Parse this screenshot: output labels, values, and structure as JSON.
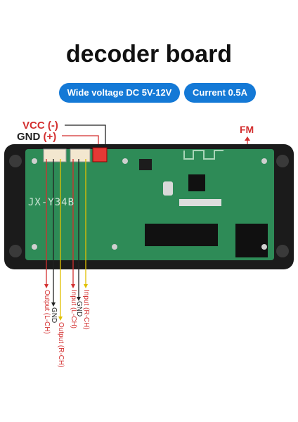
{
  "title": "decoder board",
  "badges": {
    "voltage": "Wide voltage DC 5V-12V",
    "current": "Current 0.5A"
  },
  "power": {
    "vcc_label": "VCC",
    "vcc_sign": "(-)",
    "gnd_label": "GND",
    "gnd_sign": "(+)"
  },
  "fm_label": "FM",
  "board_model": "JX-Y34B",
  "pins": [
    {
      "label": "Output (L-CH)",
      "color": "#d32f2f"
    },
    {
      "label": "GND",
      "color": "#222222"
    },
    {
      "label": "Output (R-CH)",
      "color": "#d32f2f"
    },
    {
      "label": "Input (L-CH)",
      "color": "#d32f2f"
    },
    {
      "label": "GND",
      "color": "#222222"
    },
    {
      "label": "Input (R-CH)",
      "color": "#d32f2f"
    }
  ],
  "colors": {
    "badge": "#1479d6",
    "board_green": "#2e8b57",
    "frame": "#1b1b1b",
    "vcc_red": "#d32f2f",
    "wire_yellow": "#f1e000"
  }
}
